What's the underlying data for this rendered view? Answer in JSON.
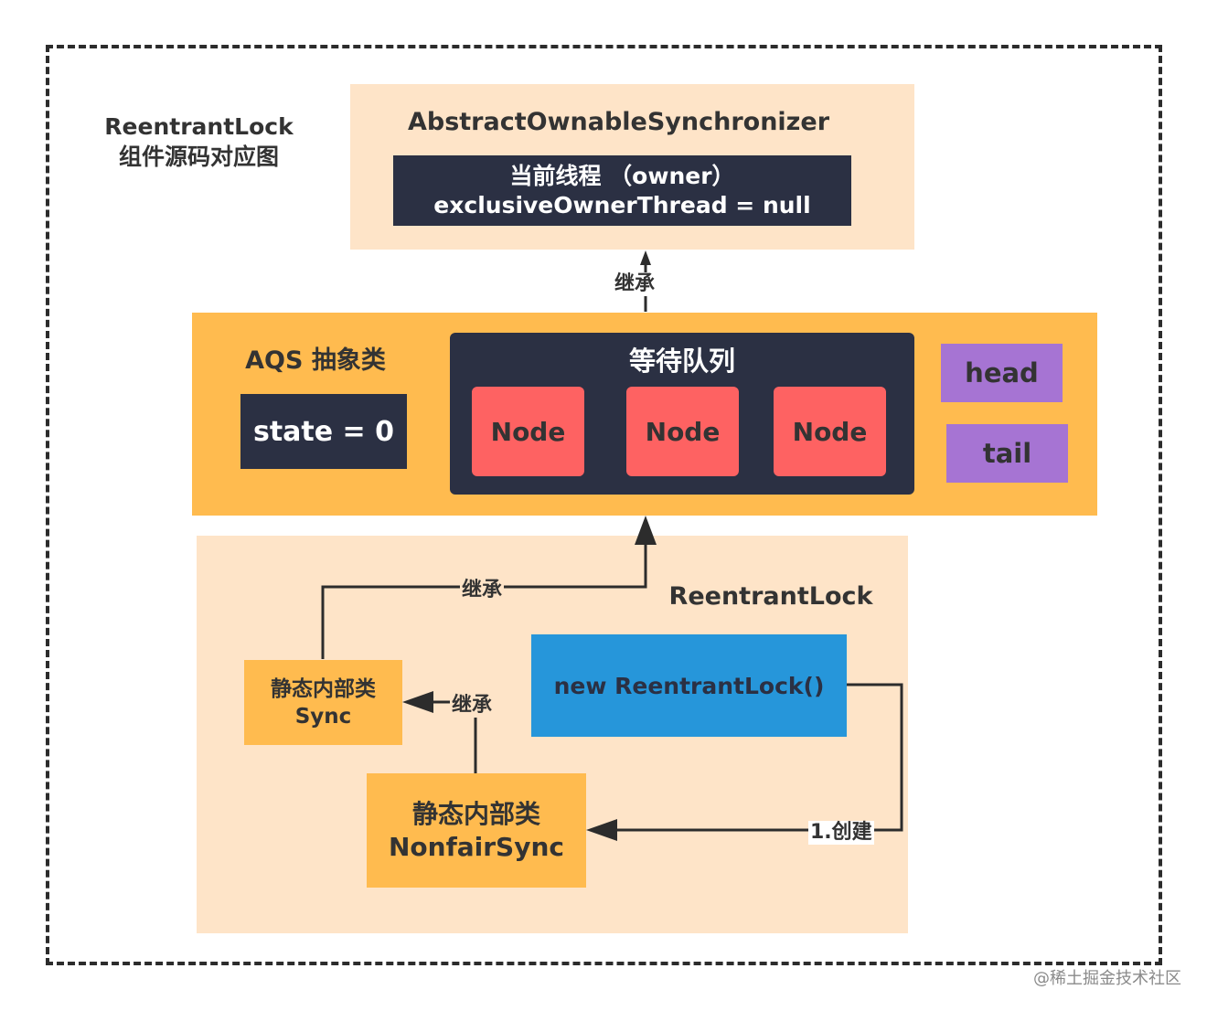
{
  "diagram_title": [
    "ReentrantLock",
    "组件源码对应图"
  ],
  "aos": {
    "title": "AbstractOwnableSynchronizer",
    "owner_line1": "当前线程 （owner）",
    "owner_line2": "exclusiveOwnerThread = null"
  },
  "aqs": {
    "title": "AQS 抽象类",
    "state": "state = 0",
    "queue_title": "等待队列",
    "nodes": [
      "Node",
      "Node",
      "Node"
    ],
    "head": "head",
    "tail": "tail"
  },
  "reentrant": {
    "title": "ReentrantLock",
    "new_lock": "new ReentrantLock()",
    "sync_line1": "静态内部类",
    "sync_line2": "Sync",
    "nfs_line1": "静态内部类",
    "nfs_line2": "NonfairSync"
  },
  "edges": {
    "aqs_to_aos": "继承",
    "sync_to_aqs": "继承",
    "nfs_to_sync": "继承",
    "create": "1.创建"
  },
  "colors": {
    "dark": "#2b3043",
    "orange": "#ffbb4f",
    "peach": "#fee4c8",
    "node_red": "#fe6262",
    "purple": "#a674d3",
    "blue": "#2696da"
  },
  "watermark": "@稀土掘金技术社区"
}
